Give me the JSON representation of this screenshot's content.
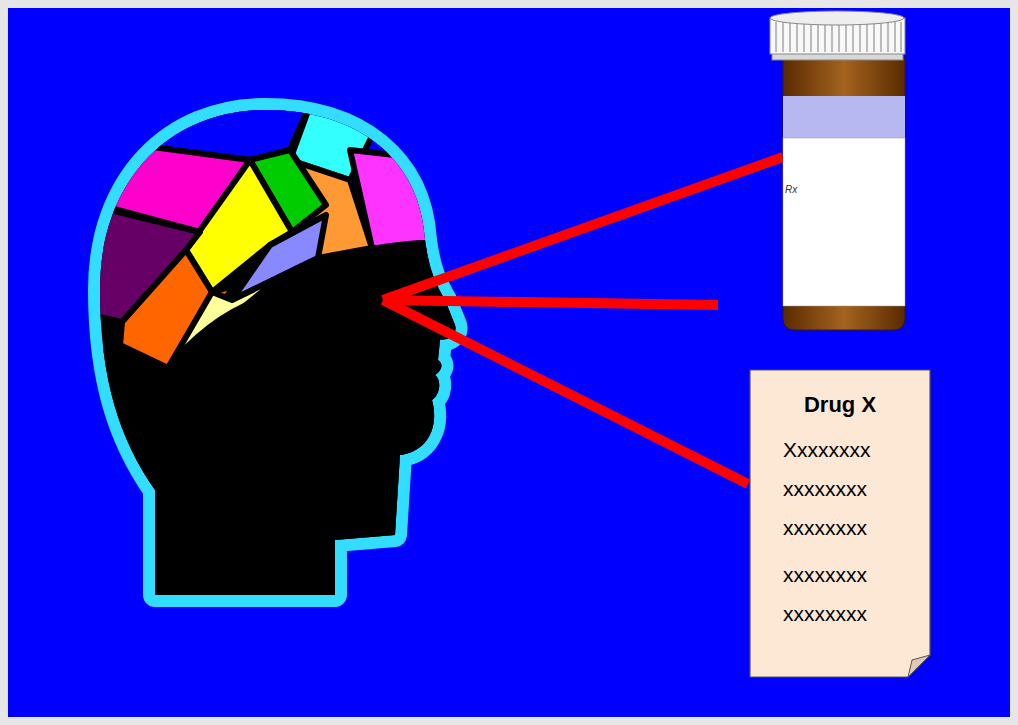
{
  "diagram": {
    "nodes": [
      {
        "text": [
          "Drug X",
          "Xxxxxxxx xxxxxxxx xxxxxxxx",
          "xxxxxxxx xxxxxxxx"
        ]
      }
    ],
    "labels": [
      "Rx"
    ]
  }
}
